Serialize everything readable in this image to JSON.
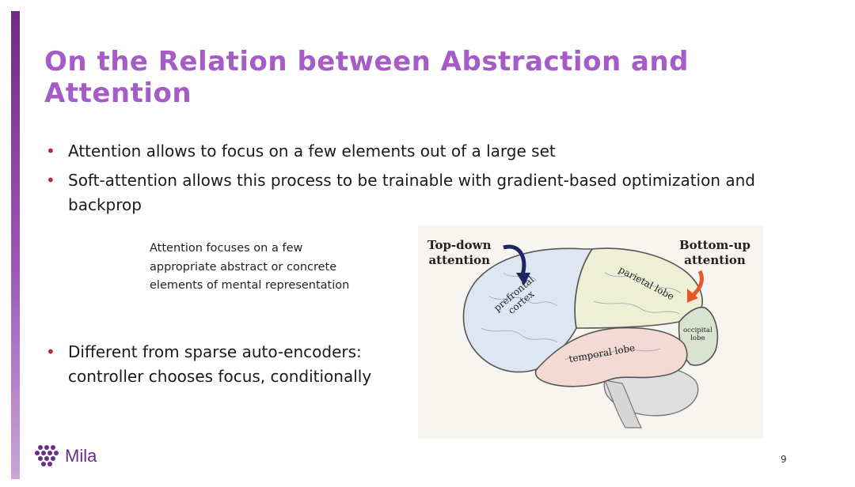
{
  "slide": {
    "title": "On the Relation between Abstraction and Attention",
    "bullets_top": [
      "Attention allows to focus on a few elements out of a large set",
      "Soft-attention allows this process to be trainable with gradient-based optimization and backprop"
    ],
    "note": "Attention focuses on a few appropriate abstract or concrete elements of mental representation",
    "bullets_bottom": [
      "Different from sparse auto-encoders: controller chooses focus, conditionally"
    ],
    "page_number": "9"
  },
  "figure": {
    "top_down_label": "Top-down\nattention",
    "bottom_up_label": "Bottom-up\nattention",
    "regions": {
      "prefrontal": "prefrontal\ncortex",
      "parietal": "parietal lobe",
      "occipital": "occipital\nlobe",
      "temporal": "temporal lobe"
    },
    "colors": {
      "prefrontal": "#dfe6f3",
      "parietal": "#eef0d6",
      "occipital": "#d9e3cf",
      "temporal": "#f3dad2",
      "cerebellum": "#dedede",
      "top_down_arrow": "#1f2560",
      "bottom_up_arrow": "#e8562a"
    }
  },
  "logo": {
    "text": "Mila",
    "icon": "mila-hexagon-icon"
  },
  "colors": {
    "title": "#a55cc7",
    "bullet": "#c0292b",
    "accent_bar": "#6d2c86"
  }
}
